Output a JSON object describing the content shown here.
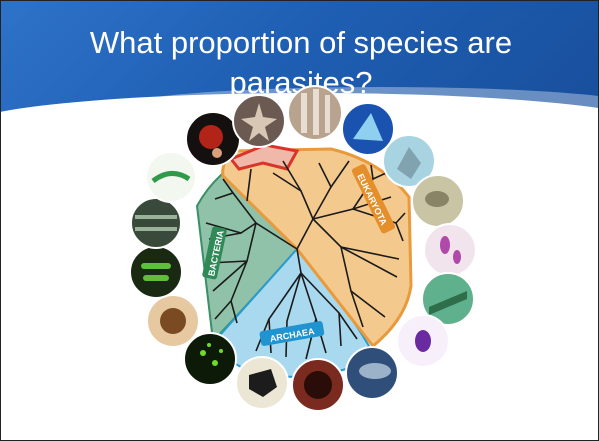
{
  "slide": {
    "title": "What proportion of species are parasites?"
  },
  "tree_of_life": {
    "domains": [
      {
        "label": "BACTERIA",
        "color": "#8fc2a8",
        "line": "#3a8f65"
      },
      {
        "label": "ARCHAEA",
        "color": "#a9d9ee",
        "line": "#2a9acf"
      },
      {
        "label": "EUKARYOTA",
        "color": "#f4c98e",
        "line": "#e89a3c"
      }
    ],
    "highlight_color": "#d9332a",
    "branch_color": "#1b1b1b"
  },
  "micrographs": [
    {
      "name": "red-fungus-image"
    },
    {
      "name": "starfish-image"
    },
    {
      "name": "stalks-image"
    },
    {
      "name": "blue-crystal-image"
    },
    {
      "name": "pale-diatom-image"
    },
    {
      "name": "beige-cell-image"
    },
    {
      "name": "pink-flagellate-image"
    },
    {
      "name": "green-algae-image"
    },
    {
      "name": "purple-protist-image"
    },
    {
      "name": "blue-insect-image"
    },
    {
      "name": "dark-ring-image"
    },
    {
      "name": "black-sponge-image"
    },
    {
      "name": "green-speckle-image"
    },
    {
      "name": "brown-cluster-image"
    },
    {
      "name": "green-rods-image"
    },
    {
      "name": "dark-filaments-image"
    },
    {
      "name": "green-fibers-image"
    }
  ]
}
